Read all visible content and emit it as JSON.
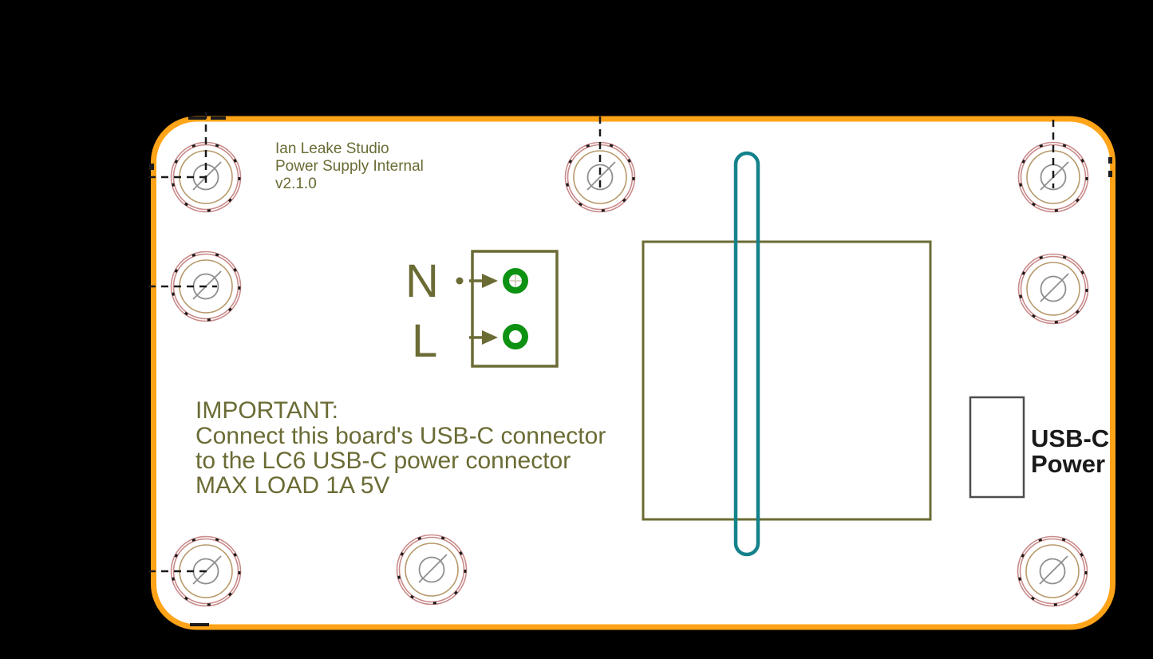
{
  "board": {
    "title_lines": {
      "0": "Ian Leake Studio",
      "1": "Power Supply Internal",
      "2": "v2.1.0"
    },
    "note_lines": {
      "0": "IMPORTANT:",
      "1": "Connect this board's USB-C connector",
      "2": "to the LC6 USB-C power connector",
      "3": "MAX LOAD 1A 5V"
    },
    "terminal": {
      "pin1_label": "N",
      "pin2_label": "L"
    },
    "usbc": {
      "label_line1": "USB-C",
      "label_line2": "Power"
    },
    "mounting_hole_count": 8
  },
  "colors": {
    "background": "#000000",
    "board_fill": "#FFFFFF",
    "board_outline_orange": "#FFA318",
    "silkscreen_olive": "#6B6B35",
    "slot_teal": "#15828B",
    "pad_green": "#0E9213",
    "courtyard_pink": "#C98A8A",
    "ring_tan": "#B79A6B",
    "hole_gray": "#8E8E8E",
    "crosshair_black": "#1A1A1A",
    "usbc_outline_gray": "#4D4D4D",
    "usbc_text_black": "#1A1A1A"
  }
}
